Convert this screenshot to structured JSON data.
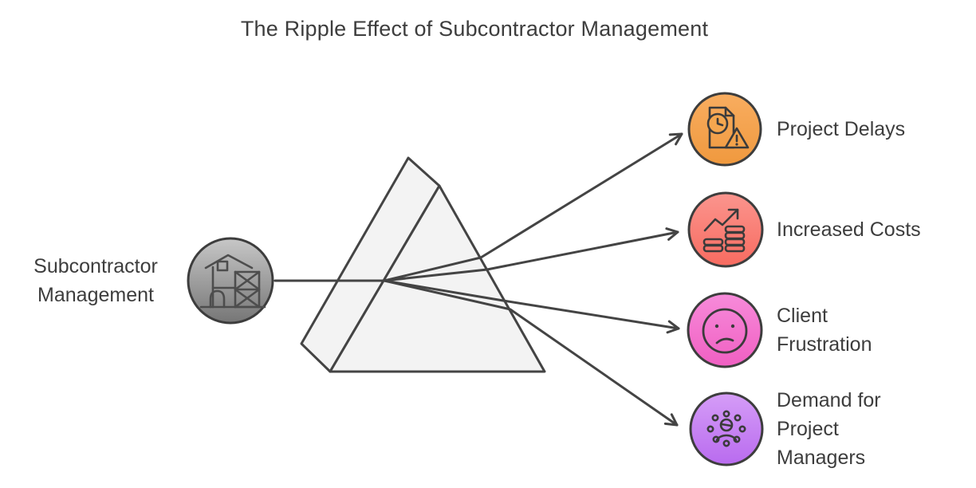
{
  "title": "The Ripple Effect of Subcontractor Management",
  "colors": {
    "stroke": "#444444",
    "text": "#3d3d3d",
    "prism_fill": "#f3f3f3",
    "background": "#ffffff"
  },
  "source": {
    "label": "Subcontractor\nManagement",
    "icon": "construction-site-icon",
    "gradient_top": "#c8c8c8",
    "gradient_bottom": "#757575"
  },
  "outputs": [
    {
      "label": "Project Delays",
      "icon": "delayed-document-icon",
      "gradient_top": "#f8ad60",
      "gradient_bottom": "#f0993e"
    },
    {
      "label": "Increased Costs",
      "icon": "rising-costs-chart-icon",
      "gradient_top": "#fb958e",
      "gradient_bottom": "#f76b60"
    },
    {
      "label": "Client\nFrustration",
      "icon": "sad-face-icon",
      "gradient_top": "#f78bda",
      "gradient_bottom": "#f05fc2"
    },
    {
      "label": "Demand for\nProject\nManagers",
      "icon": "people-network-icon",
      "gradient_top": "#d59df7",
      "gradient_bottom": "#b96bef"
    }
  ]
}
